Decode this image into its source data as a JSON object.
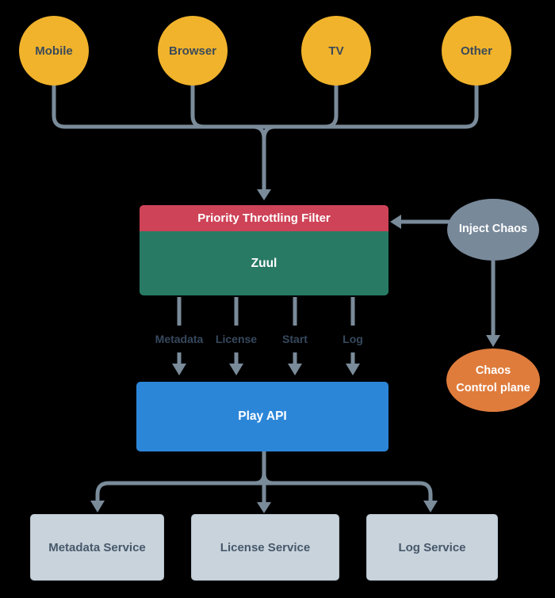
{
  "colors": {
    "background": "#000000",
    "client": "#F1B32B",
    "client_text": "#3B4A59",
    "connector": "#7A8B9A",
    "filter_red": "#CE4358",
    "zuul_green": "#287A64",
    "api_blue": "#2C86D8",
    "chaos_gray": "#78899A",
    "chaos_orange": "#DF7C3C",
    "service_fill": "#C8D3DC",
    "service_border": "#B5C2CC",
    "service_text": "#47586A",
    "edge_label_text": "#36495E",
    "white_text": "#FFFFFF"
  },
  "clients": [
    {
      "label": "Mobile"
    },
    {
      "label": "Browser"
    },
    {
      "label": "TV"
    },
    {
      "label": "Other"
    }
  ],
  "gateway": {
    "filter": "Priority Throttling Filter",
    "name": "Zuul"
  },
  "chaos": {
    "inject": "Inject Chaos",
    "control_line1": "Chaos",
    "control_line2": "Control plane"
  },
  "api": {
    "name": "Play API"
  },
  "edge_labels": [
    "Metadata",
    "License",
    "Start",
    "Log"
  ],
  "services": [
    {
      "label": "Metadata Service"
    },
    {
      "label": "License Service"
    },
    {
      "label": "Log Service"
    }
  ]
}
